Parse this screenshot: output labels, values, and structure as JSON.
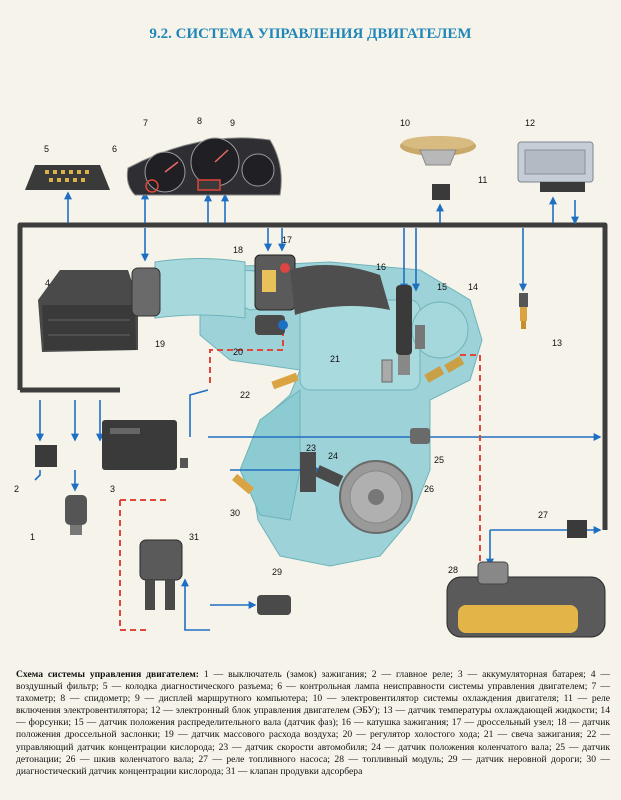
{
  "title": "9.2. СИСТЕМА УПРАВЛЕНИЯ ДВИГАТЕЛЕМ",
  "callouts": [
    "1",
    "2",
    "3",
    "4",
    "5",
    "6",
    "7",
    "8",
    "9",
    "10",
    "11",
    "12",
    "13",
    "14",
    "15",
    "16",
    "17",
    "18",
    "19",
    "20",
    "21",
    "22",
    "23",
    "24",
    "25",
    "26",
    "27",
    "28",
    "29",
    "30",
    "31"
  ],
  "caption": {
    "lead": "Схема системы управления двигателем:",
    "text": " 1 — выключатель (замок) зажигания; 2 — главное реле; 3 — аккумуляторная батарея; 4 — воздушный фильтр; 5 — колодка диагностического разъема; 6 — контрольная лампа неисправности системы управления двигателем; 7 — тахометр; 8 — спидометр; 9 — дисплей маршрутного компьютера; 10 — электровентилятор системы охлаждения двигателя; 11 — реле включения электровентилятора; 12 — электронный блок управления двигателем (ЭБУ); 13 — датчик температуры охлаждающей жидкости; 14 — форсунки; 15 — датчик положения распределительного вала (датчик фаз); 16 — катушка зажигания; 17 — дроссельный узел; 18 — датчик положения дроссельной заслонки; 19 — датчик массового расхода воздуха; 20 — регулятор холостого хода; 21 — свеча зажигания; 22 — управляющий датчик концентрации кислорода; 23 — датчик скорости автомобиля; 24 — датчик положения коленчатого вала; 25 — датчик детонации; 26 — шкив коленчатого вала; 27 — реле топливного насоса; 28 — топливный модуль; 29 — датчик неровной дороги; 30 — диагностический датчик концентрации кислорода; 31 — клапан продувки адсорбера"
  },
  "colors": {
    "wire": "#3d3d3d",
    "arrow": "#1e6fc4",
    "dashed": "#e2453a",
    "engine": "#9dd3d8",
    "title": "#1f86b8"
  }
}
